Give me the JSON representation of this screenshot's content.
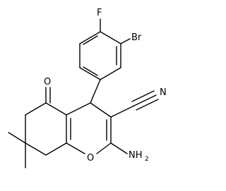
{
  "molecule": {
    "atoms": {
      "fluorine": "F",
      "bromine": "Br",
      "ketone_oxygen": "O",
      "nitrile_nitrogen": "N",
      "amine_nitrogen": "NH",
      "amine_subscript": "2",
      "ring_oxygen": "O"
    },
    "colors": {
      "bond": "#000000",
      "label": "#000000",
      "background": "#ffffff"
    }
  }
}
